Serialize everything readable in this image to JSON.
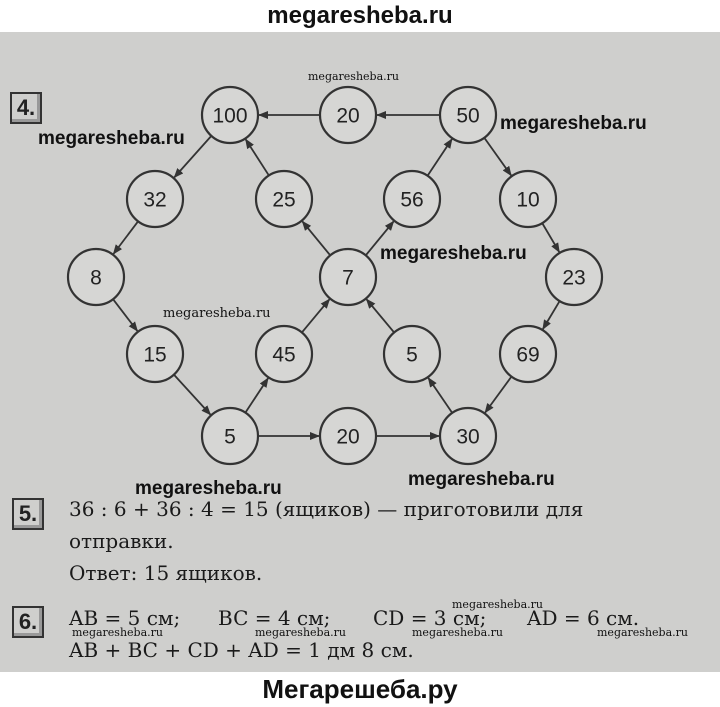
{
  "header": {
    "watermark": "megaresheba.ru"
  },
  "footer": {
    "brand": "Мегарешеба.ру"
  },
  "watermarks": {
    "big": "megaresheba.ru",
    "small": "megaresheba.ru"
  },
  "task4": {
    "number": "4.",
    "nodes": [
      "100",
      "20",
      "50",
      "32",
      "25",
      "56",
      "10",
      "8",
      "7",
      "23",
      "15",
      "45",
      "5",
      "69",
      "5",
      "20",
      "30"
    ]
  },
  "task5": {
    "number": "5.",
    "line1": "36 : 6 + 36 : 4 = 15 (ящиков) — приготовили для",
    "line2": "отправки.",
    "answer": "Ответ: 15 ящиков."
  },
  "task6": {
    "number": "6.",
    "ab": "AB = 5 см;",
    "bc": "BC = 4 см;",
    "cd": "CD = 3 см;",
    "ad": "AD = 6 см.",
    "sum": "AB + BC + CD + AD = 1 дм 8 см."
  }
}
